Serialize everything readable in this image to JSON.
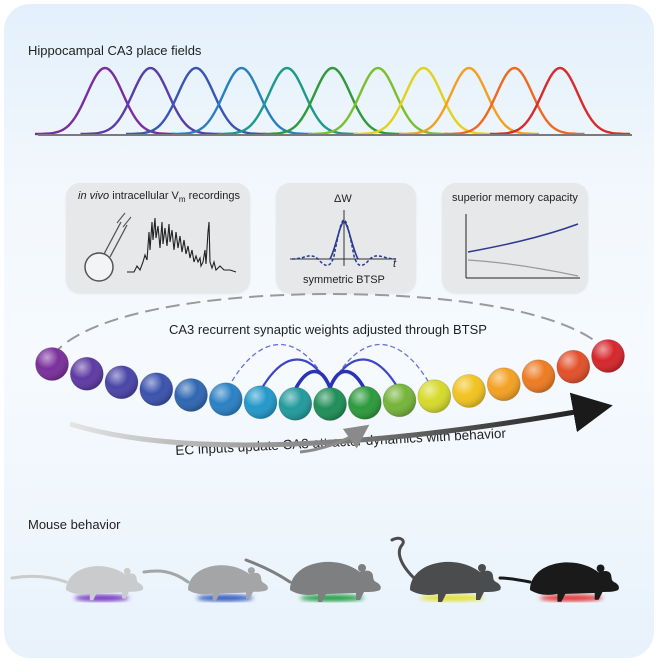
{
  "titles": {
    "place_fields": "Hippocampal CA3 place fields",
    "mouse_behavior": "Mouse behavior"
  },
  "cards": {
    "recordings": {
      "prefix": "in vivo",
      "label": "intracellular V",
      "subscript": "m",
      "suffix": "recordings"
    },
    "btsp": {
      "delta_w": "ΔW",
      "t_axis": "t",
      "label": "symmetric BTSP"
    },
    "memory": {
      "label": "superior memory capacity"
    }
  },
  "network": {
    "weights_caption": "CA3 recurrent synaptic weights adjusted through BTSP",
    "ec_caption": "EC inputs update CA3 attractor dynamics with behavior"
  },
  "colors": {
    "place_fields": [
      "#7b2f9e",
      "#5a3ea6",
      "#3b55b4",
      "#2a7fc0",
      "#1e9a8a",
      "#2f9a3a",
      "#7cbf2e",
      "#e2d21c",
      "#f2a020",
      "#ee6a1f",
      "#d92b2b"
    ],
    "neurons": [
      "#7a2f9c",
      "#5d3aa3",
      "#4a44a8",
      "#3a52ad",
      "#2f66b2",
      "#2a80c4",
      "#2398c9",
      "#229a9c",
      "#1f8e57",
      "#2c9a3c",
      "#75b43a",
      "#d6da2a",
      "#f1c31f",
      "#f4a123",
      "#ee7b22",
      "#e2502a",
      "#d5262b"
    ],
    "mice": [
      "#c9cbcc",
      "#a3a5a7",
      "#7d7f81",
      "#4b4c4e",
      "#1a1a1a"
    ],
    "mouse_shadows": [
      "#7a3bc4",
      "#3a5fbf",
      "#26a04a",
      "#e3e23a",
      "#e23b3b"
    ]
  },
  "icons": [
    "pipette-neuron-icon",
    "membrane-trace-icon",
    "btsp-kernel-icon",
    "memory-capacity-plot-icon",
    "running-mouse-icon"
  ]
}
